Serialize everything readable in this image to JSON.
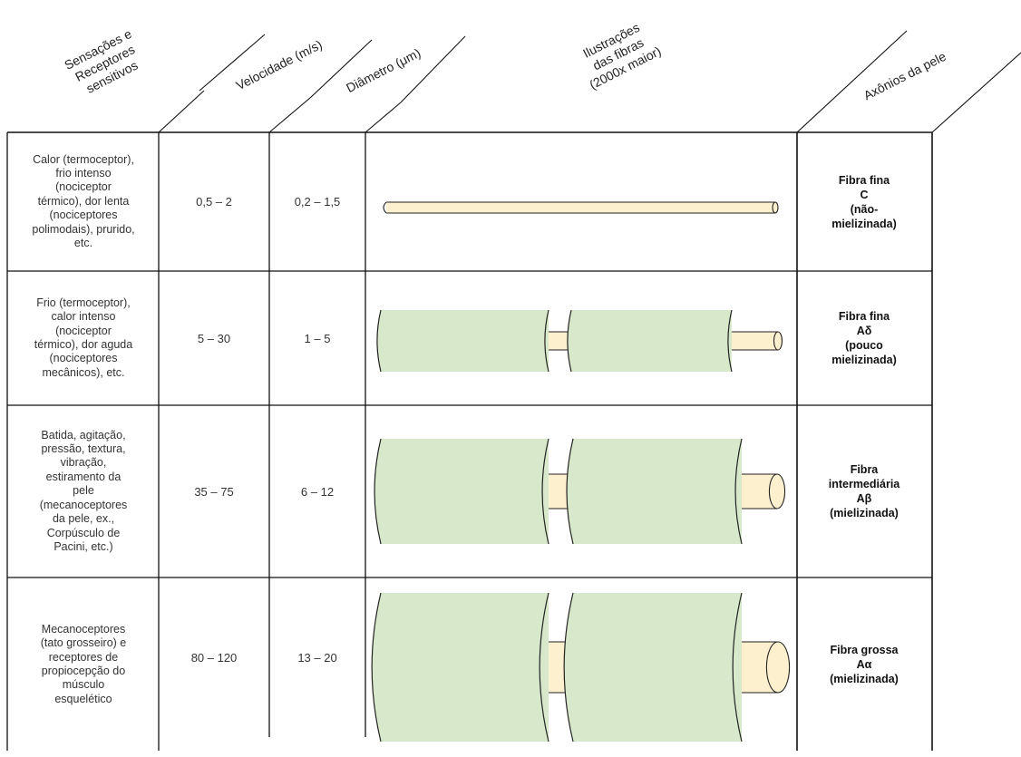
{
  "headers": {
    "sensacoes": [
      "Sensações e",
      "Receptores",
      "sensitivos"
    ],
    "velocidade": "Velocidade (m/s)",
    "diametro": "Diâmetro (μm)",
    "ilustracoes": [
      "Ilustrações",
      "das fibras",
      "(2000x maior)"
    ],
    "axonios": "Axônios da pele"
  },
  "rows": [
    {
      "sensacoes": "Calor (termoceptor),\nfrio intenso\n(nociceptor\ntérmico), dor lenta\n(nociceptores\npolimodais), prurido,\netc.",
      "velocidade": "0,5 – 2",
      "diametro": "0,2 – 1,5",
      "fibra": "Fibra fina\nC\n(não-\nmielizinada)",
      "illustration": {
        "myelinated": false
      }
    },
    {
      "sensacoes": "Frio (termoceptor),\ncalor intenso\n(nociceptor\ntérmico), dor aguda\n(nociceptores\nmecânicos), etc.",
      "velocidade": "5 – 30",
      "diametro": "1 – 5",
      "fibra": "Fibra fina\nAδ\n(pouco\nmielizinada)",
      "illustration": {
        "myelinated": true
      }
    },
    {
      "sensacoes": "Batida, agitação,\npressão, textura,\nvibração,\nestiramento da\npele\n(mecanoceptores\nda pele, ex.,\nCorpúsculo de\nPacini, etc.)",
      "velocidade": "35 – 75",
      "diametro": "6 – 12",
      "fibra": "Fibra\nintermediária\nAβ\n(mielizinada)",
      "illustration": {
        "myelinated": true
      }
    },
    {
      "sensacoes": "Mecanoceptores\n(tato grosseiro) e\nreceptores de\npropiocepção do\nmúsculo\nesquelético",
      "velocidade": "80 – 120",
      "diametro": "13 – 20",
      "fibra": "Fibra grossa\nAα\n(mielizinada)",
      "illustration": {
        "myelinated": true
      }
    }
  ],
  "colors": {
    "axon": "#fdf0cf",
    "myelin": "#d8e9cb",
    "stroke": "#222222",
    "border": "#111111"
  }
}
